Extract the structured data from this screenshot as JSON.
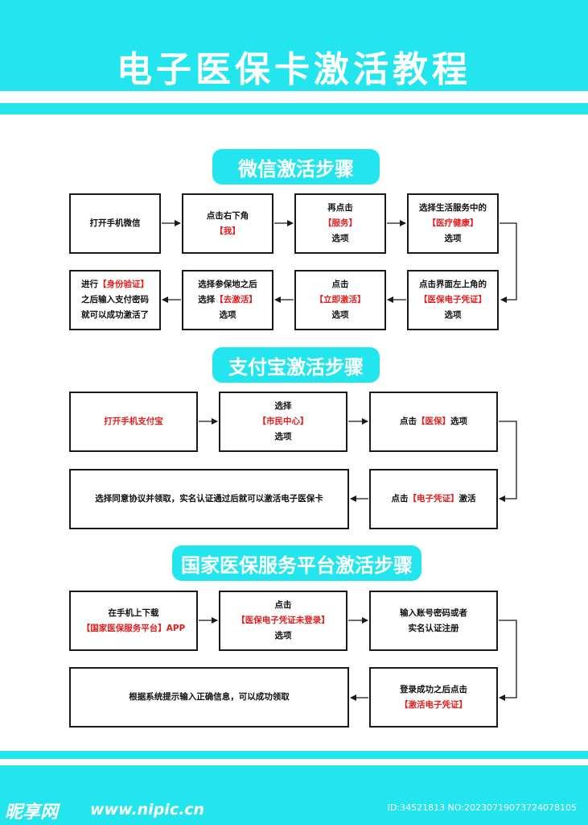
{
  "title": "电子医保卡激活教程",
  "sections": [
    {
      "heading": "微信激活步骤",
      "steps": [
        {
          "pre": "打开手机微信",
          "red": "",
          "post": ""
        },
        {
          "pre": "点击右下角",
          "red": "【我】",
          "post": ""
        },
        {
          "pre": "再点击",
          "red": "【服务】",
          "post": "选项"
        },
        {
          "pre": "选择生活服务中的",
          "red": "【医疗健康】",
          "post": "选项"
        },
        {
          "pre": "点击界面左上角的",
          "red": "【医保电子凭证】",
          "post": "选项"
        },
        {
          "pre": "点击",
          "red": "【立即激活】",
          "post": "选项"
        },
        {
          "pre": "选择参保地之后",
          "pre2": "选择",
          "red": "【去激活】",
          "post": "选项"
        },
        {
          "pre": "进行",
          "red": "【身份验证】",
          "post": "之后输入支付密码",
          "post2": "就可以成功激活了"
        }
      ]
    },
    {
      "heading": "支付宝激活步骤",
      "steps": [
        {
          "pre": "",
          "red": "打开手机支付宝",
          "post": ""
        },
        {
          "pre": "选择",
          "red": "【市民中心】",
          "post": "选项"
        },
        {
          "pre": "点击",
          "red": "【医保】",
          "post": "选项"
        },
        {
          "pre": "点击",
          "red": "【电子凭证】",
          "post": "激活"
        },
        {
          "pre": "选择同意协议并领取，实名认证通过后就可以激活电子医保卡",
          "red": "",
          "post": ""
        }
      ]
    },
    {
      "heading": "国家医保服务平台激活步骤",
      "steps": [
        {
          "pre": "在手机上下载",
          "red": "【国家医保服务平台】APP",
          "post": ""
        },
        {
          "pre": "点击",
          "red": "【医保电子凭证未登录】",
          "post": "选项"
        },
        {
          "pre": "输入账号密码或者",
          "red": "",
          "post": "实名认证注册"
        },
        {
          "pre": "登录成功之后点击",
          "red": "【激活电子凭证】",
          "post": ""
        },
        {
          "pre": "根据系统提示输入正确信息，可以成功领取",
          "red": "",
          "post": ""
        }
      ]
    }
  ],
  "watermark": {
    "logo": "昵享网",
    "site": "www.nipic.cn",
    "id": "ID:34521813 NO:20230719073724078105"
  },
  "colors": {
    "accent": "#22e5ee",
    "highlight": "#e21e1e",
    "border": "#1a1a1a"
  }
}
